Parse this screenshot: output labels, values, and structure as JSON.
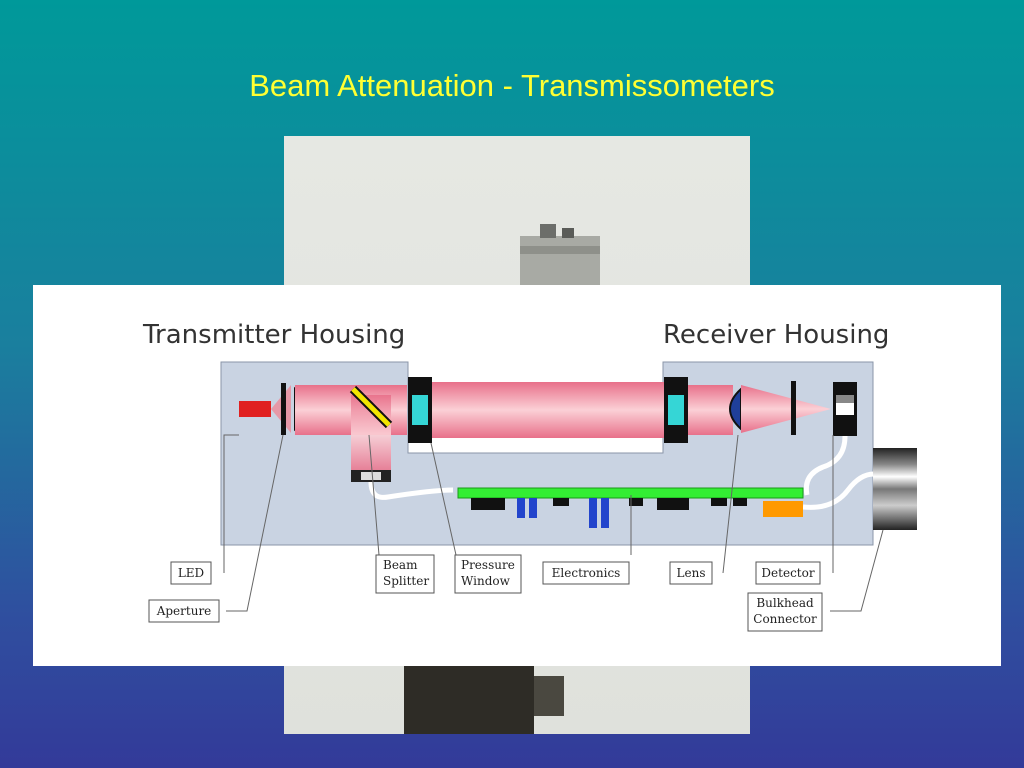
{
  "slide": {
    "title": "Beam Attenuation - Transmissometers"
  },
  "diagram": {
    "transmitter_label": "Transmitter Housing",
    "receiver_label": "Receiver Housing",
    "callouts": {
      "led": "LED",
      "aperture": "Aperture",
      "beam_splitter_line1": "Beam",
      "beam_splitter_line2": "Splitter",
      "pressure_window_line1": "Pressure",
      "pressure_window_line2": "Window",
      "electronics": "Electronics",
      "lens": "Lens",
      "detector": "Detector",
      "bulkhead_line1": "Bulkhead",
      "bulkhead_line2": "Connector"
    },
    "colors": {
      "housing": "#c9d3e2",
      "beam": "#ee9aa6",
      "led": "#e02020",
      "circuit_board": "#33ee33",
      "window": "#35d6d6",
      "lens": "#1f3f9a",
      "splitter": "#f2e600",
      "connector_lead": "#ff9900"
    }
  }
}
